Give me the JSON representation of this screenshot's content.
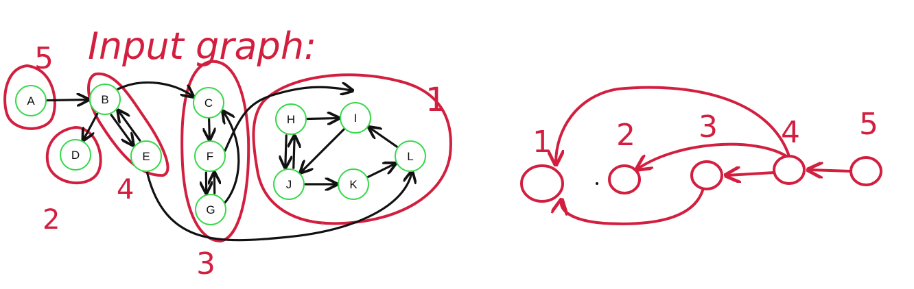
{
  "title": "Input graph:",
  "nodes": [
    {
      "id": "A",
      "label": "A"
    },
    {
      "id": "B",
      "label": "B"
    },
    {
      "id": "C",
      "label": "C"
    },
    {
      "id": "D",
      "label": "D"
    },
    {
      "id": "E",
      "label": "E"
    },
    {
      "id": "F",
      "label": "F"
    },
    {
      "id": "G",
      "label": "G"
    },
    {
      "id": "H",
      "label": "H"
    },
    {
      "id": "I",
      "label": "I"
    },
    {
      "id": "J",
      "label": "J"
    },
    {
      "id": "K",
      "label": "K"
    },
    {
      "id": "L",
      "label": "L"
    }
  ],
  "edges": [
    [
      "A",
      "B"
    ],
    [
      "B",
      "C"
    ],
    [
      "B",
      "D"
    ],
    [
      "B",
      "E"
    ],
    [
      "E",
      "B"
    ],
    [
      "C",
      "F"
    ],
    [
      "F",
      "G"
    ],
    [
      "G",
      "F"
    ],
    [
      "G",
      "C"
    ],
    [
      "F",
      "I"
    ],
    [
      "E",
      "L"
    ],
    [
      "H",
      "I"
    ],
    [
      "I",
      "J"
    ],
    [
      "H",
      "J"
    ],
    [
      "J",
      "H"
    ],
    [
      "J",
      "K"
    ],
    [
      "K",
      "L"
    ],
    [
      "L",
      "I"
    ]
  ],
  "component_labels": {
    "A": "5",
    "B_E": "4",
    "D": "2",
    "C_F_G": "3",
    "H_to_L": "1"
  },
  "meta_graph": {
    "nodes": [
      "1",
      "2",
      "3",
      "4",
      "5"
    ],
    "edges": [
      [
        "5",
        "4"
      ],
      [
        "4",
        "3"
      ],
      [
        "4",
        "2"
      ],
      [
        "4",
        "1"
      ],
      [
        "3",
        "1"
      ]
    ]
  },
  "colors": {
    "ink_red": "#d21f3f",
    "node_ring": "#37d94a",
    "edge_black": "#111111"
  }
}
